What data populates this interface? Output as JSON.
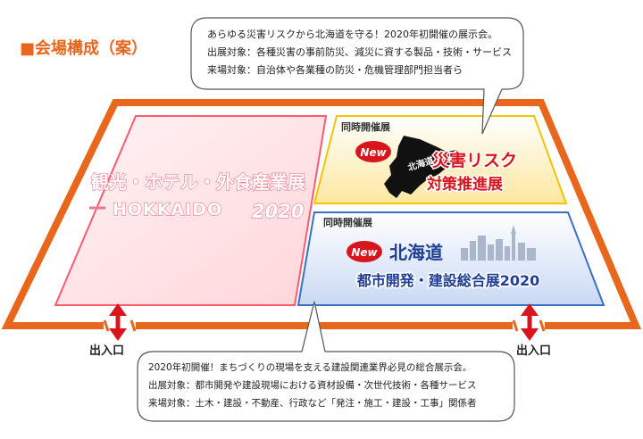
{
  "section_title": "■会場構成（案）",
  "top_bubble": {
    "line1": "あらゆる災害リスクから北海道を守る！2020年初開催の展示会。",
    "line2": "出展対象：各種災害の事前防災、減災に資する製品・技術・サービス",
    "line3": "来場対象：自治体や各業種の防災・危機管理部門担当者ら"
  },
  "bottom_bubble": {
    "line1": "2020年初開催！まちづくりの現場を支える建設関連業界必見の総合展示会。",
    "line2": "出展対象：都市開発や建設現場における資材設備・次世代技術・各種サービス",
    "line3": "来場対象：土木・建設・不動産、行政など「発注・施工・建設・工事」関係者"
  },
  "hall_left": {
    "title": "観光・ホテル・外食産業展",
    "subtitle": "HOKKAIDO",
    "year": "2020"
  },
  "hall_top_right": {
    "tag": "同時開催展",
    "new_badge": "New",
    "hokkaido_label": "北海道",
    "title_line1": "災害リスク",
    "title_line2": "対策推進展"
  },
  "hall_bottom_right": {
    "tag": "同時開催展",
    "new_badge": "New",
    "title_line1": "北海道",
    "title_line2": "都市開発・建設総合展2020"
  },
  "entrances": {
    "left": "出入口",
    "right": "出入口"
  },
  "colors": {
    "frame": "#e8671d",
    "left_hall": "#ff5a6e",
    "top_right_hall": "#f5c400",
    "bottom_right_hall": "#3a6fc4",
    "new_badge": "#d8141c",
    "arrow": "#d8141c"
  }
}
